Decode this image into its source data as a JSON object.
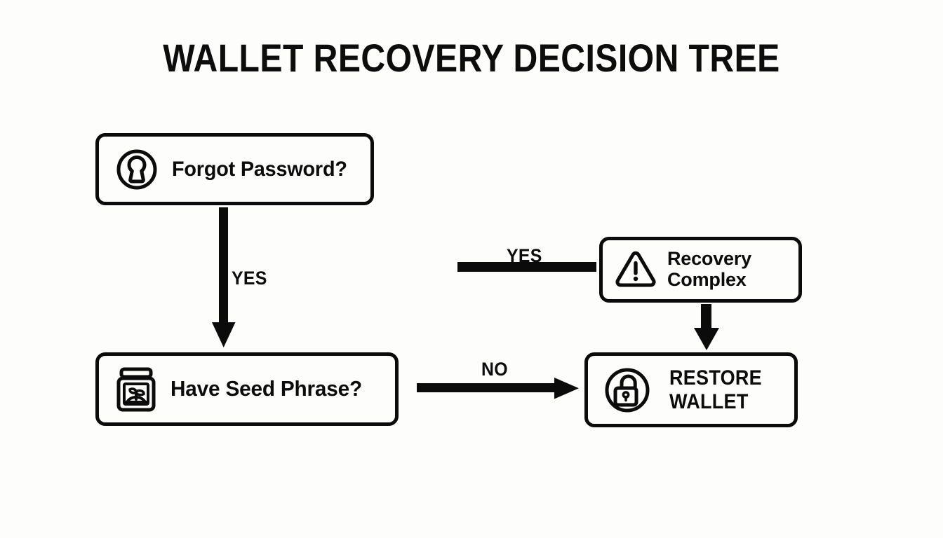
{
  "page": {
    "title": "WALLET RECOVERY DECISION TREE",
    "background_color": "#fdfdfc",
    "stroke_color": "#0b0b0b"
  },
  "diagram": {
    "type": "flowchart",
    "nodes": [
      {
        "id": "forgot-password",
        "label": "Forgot Password?",
        "icon": "keyhole-icon",
        "shape": "rounded-rect"
      },
      {
        "id": "seed-phrase",
        "label": "Have Seed Phrase?",
        "icon": "seed-jar-icon",
        "shape": "rounded-rect"
      },
      {
        "id": "recovery-complex",
        "label": "Recovery\nComplex",
        "icon": "warning-triangle-icon",
        "shape": "rounded-rect"
      },
      {
        "id": "restore-wallet",
        "label": "RESTORE\nWALLET",
        "icon": "open-padlock-icon",
        "shape": "rounded-rect"
      }
    ],
    "edges": [
      {
        "id": "yes-down",
        "from": "forgot-password",
        "to": "seed-phrase",
        "label": "YES",
        "direction": "down",
        "arrowhead": true
      },
      {
        "id": "no-right",
        "from": "seed-phrase",
        "to": "restore-wallet",
        "label": "NO",
        "direction": "right",
        "arrowhead": true
      },
      {
        "id": "yes-left",
        "from": "seed-phrase",
        "to": "recovery-complex",
        "label": "YES",
        "direction": "left",
        "arrowhead": false
      },
      {
        "id": "complex-down",
        "from": "recovery-complex",
        "to": "restore-wallet",
        "label": "",
        "direction": "down",
        "arrowhead": true
      }
    ]
  }
}
